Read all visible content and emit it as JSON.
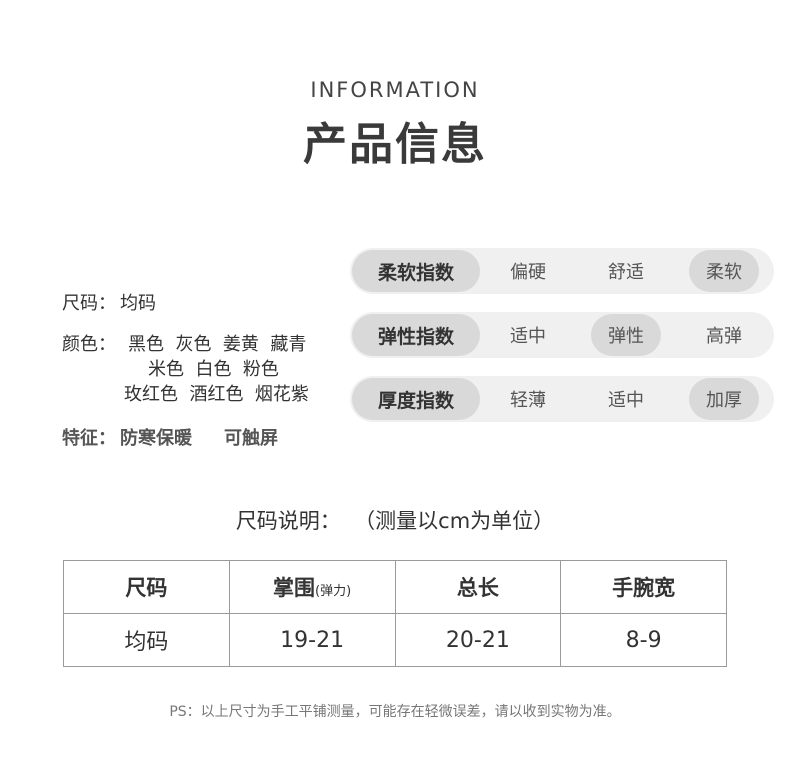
{
  "header": {
    "en": "INFORMATION",
    "cn": "产品信息"
  },
  "info": {
    "size_label": "尺码：",
    "size_value": "均码",
    "color_label": "颜色：",
    "color_lines": [
      "黑色  灰色  姜黄  藏青",
      "米色  白色  粉色",
      "玫红色  酒红色  烟花紫"
    ],
    "feature_label": "特征：",
    "features": [
      "防寒保暖",
      "可触屏"
    ]
  },
  "indices": [
    {
      "title": "柔软指数",
      "options": [
        "偏硬",
        "舒适",
        "柔软"
      ],
      "selected": 2
    },
    {
      "title": "弹性指数",
      "options": [
        "适中",
        "弹性",
        "高弹"
      ],
      "selected": 1
    },
    {
      "title": "厚度指数",
      "options": [
        "轻薄",
        "适中",
        "加厚"
      ],
      "selected": 2
    }
  ],
  "size_section": {
    "title": "尺码说明：  （测量以cm为单位）",
    "headers": [
      {
        "main": "尺码",
        "sub": ""
      },
      {
        "main": "掌围",
        "sub": "(弹力)"
      },
      {
        "main": "总长",
        "sub": ""
      },
      {
        "main": "手腕宽",
        "sub": ""
      }
    ],
    "row": [
      "均码",
      "19-21",
      "20-21",
      "8-9"
    ]
  },
  "ps": "PS：以上尺寸为手工平铺测量，可能存在轻微误差，请以收到实物为准。"
}
